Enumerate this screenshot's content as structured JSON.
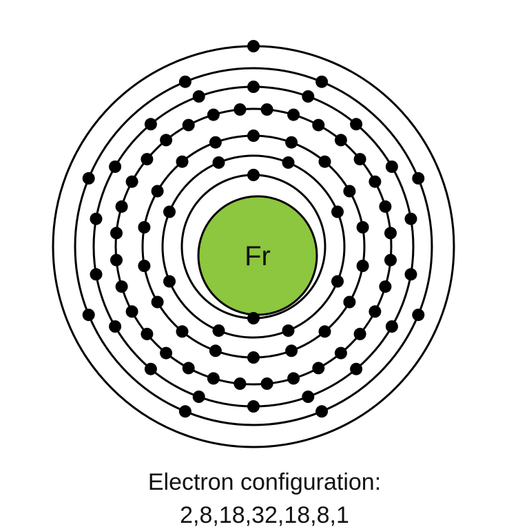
{
  "element": {
    "symbol": "Fr",
    "nucleus_color": "#8dc63f"
  },
  "shells": {
    "electron_counts": [
      2,
      8,
      18,
      32,
      18,
      8,
      1
    ],
    "ring_color": "#000000",
    "electron_color": "#000000"
  },
  "caption": {
    "label": "Electron configuration:",
    "configuration": "2,8,18,32,18,8,1"
  }
}
